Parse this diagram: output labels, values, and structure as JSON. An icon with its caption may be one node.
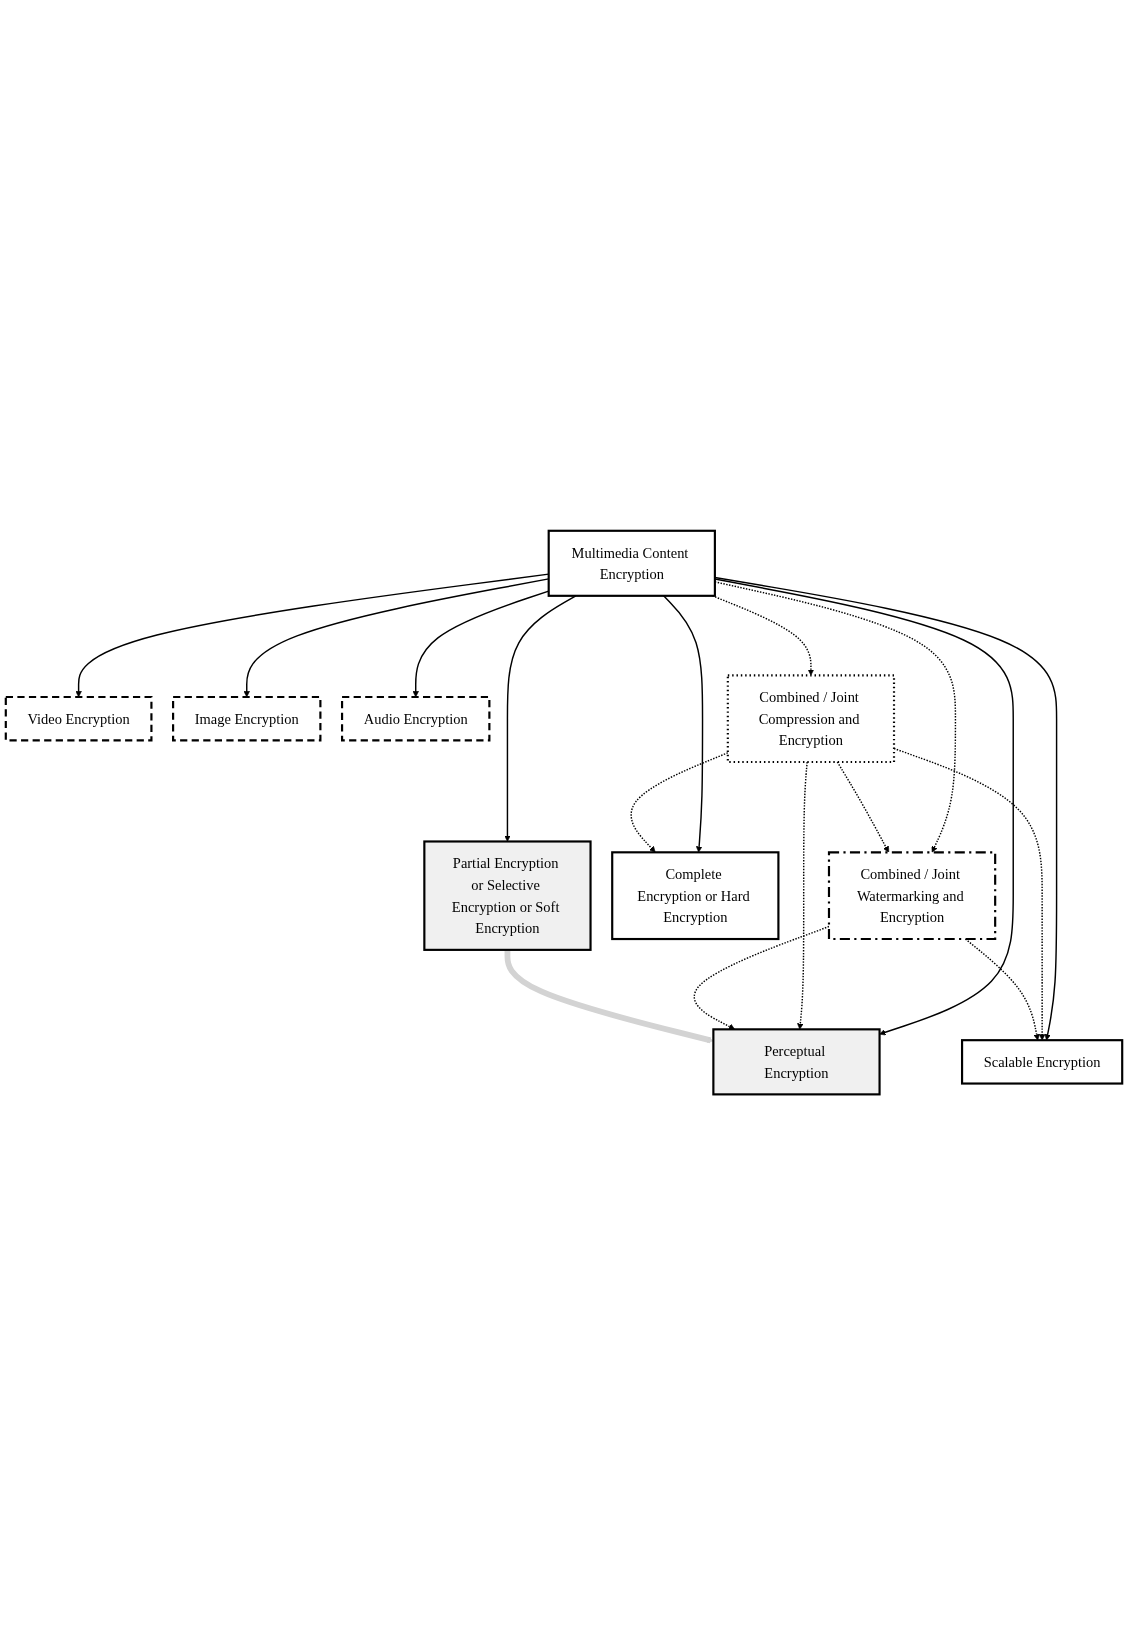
{
  "diagram": {
    "nodes": [
      {
        "text": [
          "Multimedia Content Encryption"
        ]
      },
      {
        "text": [
          "Video Encryption"
        ]
      },
      {
        "text": [
          "Image Encryption"
        ]
      },
      {
        "text": [
          "Audio Encryption"
        ]
      },
      {
        "text": [
          "Combined / Joint Compression and Encryption"
        ]
      },
      {
        "text": [
          "Combined / Joint Watermarking and Encryption"
        ]
      },
      {
        "text": [
          "Complete Encryption or Hard Encryption"
        ]
      },
      {
        "text": [
          "Partial Encryption or Selective Encryption or Soft Encryption"
        ]
      },
      {
        "text": [
          "Perceptual Encryption"
        ]
      },
      {
        "text": [
          "Scalable Encryption"
        ]
      }
    ],
    "edges": [
      {
        "from": 0,
        "to": 1,
        "arrow": "to"
      },
      {
        "from": 0,
        "to": 2,
        "arrow": "to"
      },
      {
        "from": 0,
        "to": 3,
        "arrow": "to"
      },
      {
        "from": 0,
        "to": 4,
        "arrow": "to",
        "style": "dashed"
      },
      {
        "from": 0,
        "to": 5,
        "arrow": "to",
        "style": "dashed"
      },
      {
        "from": 0,
        "to": 6,
        "arrow": "to"
      },
      {
        "from": 0,
        "to": 7,
        "arrow": "to"
      },
      {
        "from": 0,
        "to": 8,
        "arrow": "to"
      },
      {
        "from": 0,
        "to": 9,
        "arrow": "to"
      },
      {
        "from": 4,
        "to": 5,
        "arrow": "to",
        "style": "dashed"
      },
      {
        "from": 4,
        "to": 6,
        "arrow": "to",
        "style": "dashed"
      },
      {
        "from": 4,
        "to": 8,
        "arrow": "to",
        "style": "dashed"
      },
      {
        "from": 4,
        "to": 9,
        "arrow": "to",
        "style": "dashed"
      },
      {
        "from": 5,
        "to": 8,
        "arrow": "to",
        "style": "dashed"
      },
      {
        "from": 5,
        "to": 9,
        "arrow": "to",
        "style": "dashed"
      },
      {
        "from": 7,
        "to": 8,
        "arrow": "to",
        "style": "thick",
        "color": "#d3d3d3"
      }
    ]
  }
}
